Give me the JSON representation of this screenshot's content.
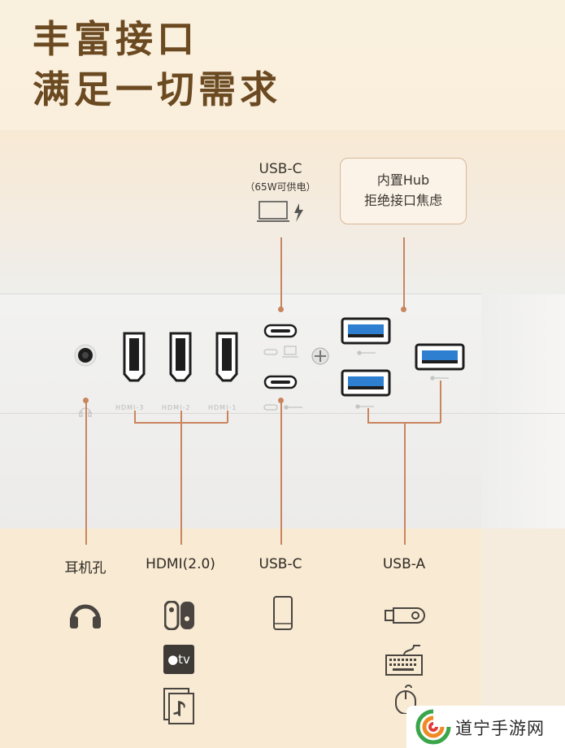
{
  "headline": {
    "line1": "丰富接口",
    "line2": "满足一切需求"
  },
  "usbc_callout": {
    "title": "USB-C",
    "subtitle": "（65W可供电）"
  },
  "hub_callout": {
    "line1": "内置Hub",
    "line2": "拒绝接口焦虑"
  },
  "silkscreen": {
    "hdmi3": "HDMI-3",
    "hdmi2": "HDMI-2",
    "hdmi1": "HDMI-1"
  },
  "categories": {
    "headphone": "耳机孔",
    "hdmi": "HDMI(2.0)",
    "usbc": "USB-C",
    "usba": "USB-A"
  },
  "hdmi_devices": {
    "appletv_text": "tv"
  },
  "watermark": {
    "text": "道宁手游网"
  },
  "colors": {
    "accent_line": "#c9855e",
    "heading": "#6b4a22",
    "usb3_blue": "#2f7fd1"
  }
}
